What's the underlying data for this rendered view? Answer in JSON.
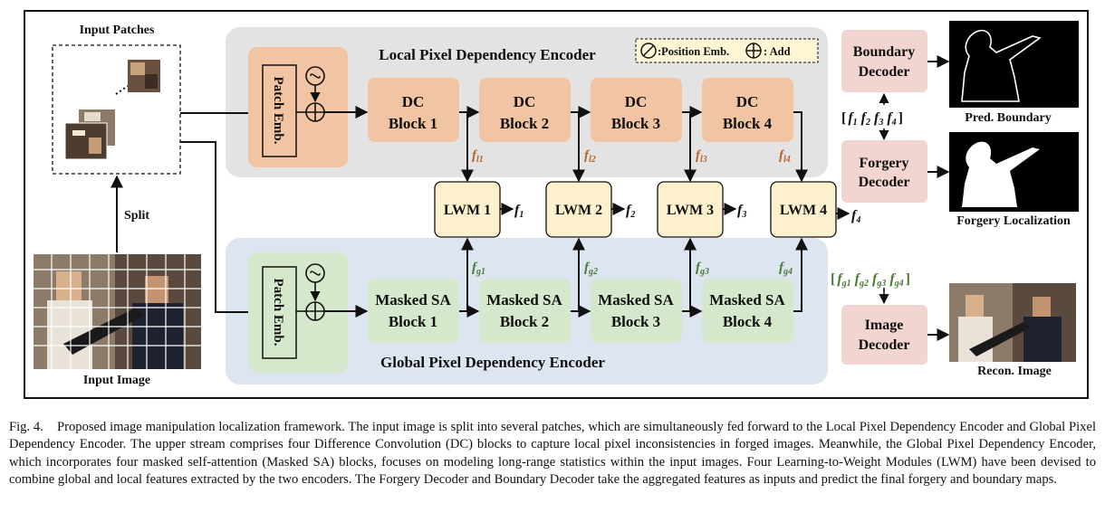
{
  "figure": {
    "input_patches_label": "Input Patches",
    "split_label": "Split",
    "input_image_label": "Input Image",
    "local_encoder_title": "Local Pixel Dependency Encoder",
    "global_encoder_title": "Global Pixel Dependency Encoder",
    "legend": {
      "position_emb": ":Position Emb.",
      "add": ": Add"
    },
    "patch_emb_label": "Patch Emb.",
    "dc_blocks": [
      {
        "line1": "DC",
        "line2": "Block 1"
      },
      {
        "line1": "DC",
        "line2": "Block 2"
      },
      {
        "line1": "DC",
        "line2": "Block 3"
      },
      {
        "line1": "DC",
        "line2": "Block 4"
      }
    ],
    "sa_blocks": [
      {
        "line1": "Masked SA",
        "line2": "Block 1"
      },
      {
        "line1": "Masked SA",
        "line2": "Block 2"
      },
      {
        "line1": "Masked SA",
        "line2": "Block 3"
      },
      {
        "line1": "Masked SA",
        "line2": "Block 4"
      }
    ],
    "lwm_modules": [
      "LWM 1",
      "LWM 2",
      "LWM 3",
      "LWM 4"
    ],
    "local_features": [
      {
        "base": "f",
        "sub": "l1"
      },
      {
        "base": "f",
        "sub": "l2"
      },
      {
        "base": "f",
        "sub": "l3"
      },
      {
        "base": "f",
        "sub": "l4"
      }
    ],
    "global_features": [
      {
        "base": "f",
        "sub": "g1"
      },
      {
        "base": "f",
        "sub": "g2"
      },
      {
        "base": "f",
        "sub": "g3"
      },
      {
        "base": "f",
        "sub": "g4"
      }
    ],
    "fused_features": [
      {
        "base": "f",
        "sub": "1"
      },
      {
        "base": "f",
        "sub": "2"
      },
      {
        "base": "f",
        "sub": "3"
      },
      {
        "base": "f",
        "sub": "4"
      }
    ],
    "boundary_decoder": {
      "line1": "Boundary",
      "line2": "Decoder"
    },
    "forgery_decoder": {
      "line1": "Forgery",
      "line2": "Decoder"
    },
    "image_decoder": {
      "line1": "Image",
      "line2": "Decoder"
    },
    "fused_bracket": {
      "open": "[",
      "close": "]"
    },
    "global_bracket": {
      "open": "[",
      "close": "]"
    },
    "pred_boundary_label": "Pred. Boundary",
    "forgery_localization_label": "Forgery Localization",
    "recon_image_label": "Recon. Image",
    "colors": {
      "local_panel": "#e3e3e3",
      "global_panel": "#dde5f1",
      "dc_block": "#f1c5a3",
      "local_patch_emb": "#f1c5a3",
      "sa_block": "#d6e8cc",
      "global_patch_emb": "#d6e8cc",
      "lwm": "#fdf0cc",
      "decoder": "#f2d4d0",
      "legend_bg": "#fdf5d3",
      "local_feature_text": "#b8652a",
      "global_feature_text": "#4a7a36"
    }
  },
  "caption": {
    "prefix": "Fig. 4.",
    "text": "Proposed image manipulation localization framework. The input image is split into several patches, which are simultaneously fed forward to the Local Pixel Dependency Encoder and Global Pixel Dependency Encoder. The upper stream comprises four Difference Convolution (DC) blocks to capture local pixel inconsistencies in forged images. Meanwhile, the Global Pixel Dependency Encoder, which incorporates four masked self-attention (Masked SA) blocks, focuses on modeling long-range statistics within the input images. Four Learning-to-Weight Modules (LWM) have been devised to combine global and local features extracted by the two encoders. The Forgery Decoder and Boundary Decoder take the aggregated features as inputs and predict the final forgery and boundary maps."
  }
}
